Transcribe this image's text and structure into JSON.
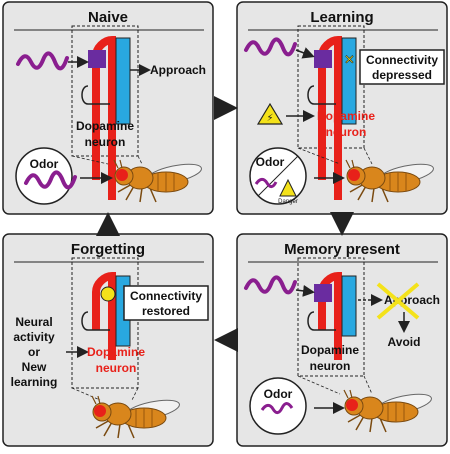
{
  "panels": {
    "naive": {
      "title": "Naive",
      "approach": "Approach",
      "neuron_line1": "Dopamine",
      "neuron_line2": "neuron",
      "odor": "Odor"
    },
    "learning": {
      "title": "Learning",
      "conn_line1": "Connectivity",
      "conn_line2": "depressed",
      "neuron_line1": "Dopamine",
      "neuron_line2": "neuron",
      "odor": "Odor",
      "danger": "Danger"
    },
    "memory": {
      "title": "Memory present",
      "approach": "Approach",
      "avoid": "Avoid",
      "neuron_line1": "Dopamine",
      "neuron_line2": "neuron",
      "odor": "Odor"
    },
    "forgetting": {
      "title": "Forgetting",
      "conn_line1": "Connectivity",
      "conn_line2": "restored",
      "neuron_line1": "Dopamine",
      "neuron_line2": "neuron",
      "left_line1": "Neural",
      "left_line2": "activity",
      "left_line3": "or",
      "left_line4": "New",
      "left_line5": "learning"
    }
  },
  "colors": {
    "odor": "#8a1e8f",
    "dopamine": "#e8211a",
    "neuron_blue": "#29a8e0",
    "kc": "#6a2ca0",
    "fly_body": "#d9861c",
    "danger": "#f4e21a",
    "cross": "#f4e21a"
  }
}
